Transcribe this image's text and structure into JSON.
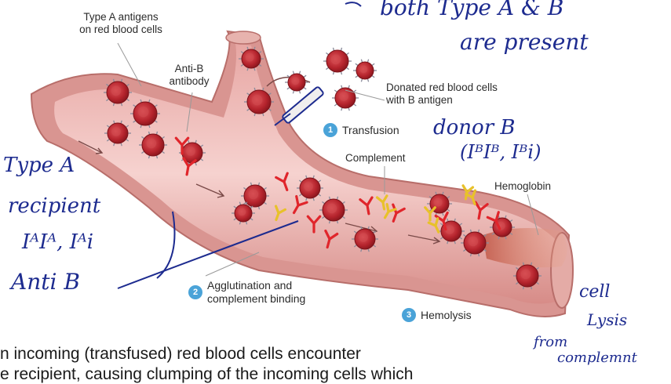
{
  "labels": {
    "type_a_antigens_line1": "Type A antigens",
    "type_a_antigens_line2": "on red blood cells",
    "anti_b_line1": "Anti-B",
    "anti_b_line2": "antibody",
    "donated_line1": "Donated red blood cells",
    "donated_line2": "with B antigen",
    "complement": "Complement",
    "hemoglobin": "Hemoglobin"
  },
  "steps": [
    {
      "number": "1",
      "label": "Transfusion"
    },
    {
      "number": "2",
      "label_line1": "Agglutination and",
      "label_line2": "complement binding"
    },
    {
      "number": "3",
      "label": "Hemolysis"
    }
  ],
  "annotations": {
    "top_right_line1": "both Type A & B",
    "top_right_line2": "are present",
    "donor_line1": "donor B",
    "donor_line2": "(IᴮIᴮ, Iᴮi)",
    "recipient_line1": "Type A",
    "recipient_line2": "recipient",
    "recipient_line3": "IᴬIᴬ, Iᴬi",
    "anti_b": "Anti B",
    "cell_lysis_line1": "cell",
    "cell_lysis_line2": "Lysis",
    "cell_lysis_line3": "from",
    "cell_lysis_line4": "complemnt"
  },
  "body_text": {
    "line1": "n incoming (transfused) red blood cells encounter",
    "line2": "e recipient, causing clumping of the incoming cells which"
  },
  "colors": {
    "vessel_outer": "#d98c8c",
    "vessel_inner": "#f3c7c4",
    "rbc": "#b4232c",
    "antibody": "#e0252b",
    "complement": "#e8c12a",
    "ink": "#1d2b8f",
    "step_badge": "#4aa3d8"
  }
}
